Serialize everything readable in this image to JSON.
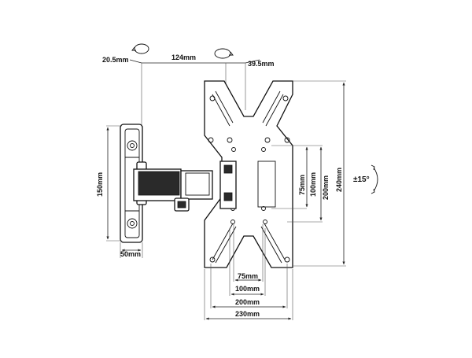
{
  "labels": {
    "d_20_5": "20.5mm",
    "d_124": "124mm",
    "d_39_5": "39.5mm",
    "d_150": "150mm",
    "d_50": "50mm",
    "d_75_v": "75mm",
    "d_100_v": "100mm",
    "d_200_v": "200mm",
    "d_240": "240mm",
    "tilt": "±15°",
    "d_75_h": "75mm",
    "d_100_h": "100mm",
    "d_200_h": "200mm",
    "d_230": "230mm"
  }
}
